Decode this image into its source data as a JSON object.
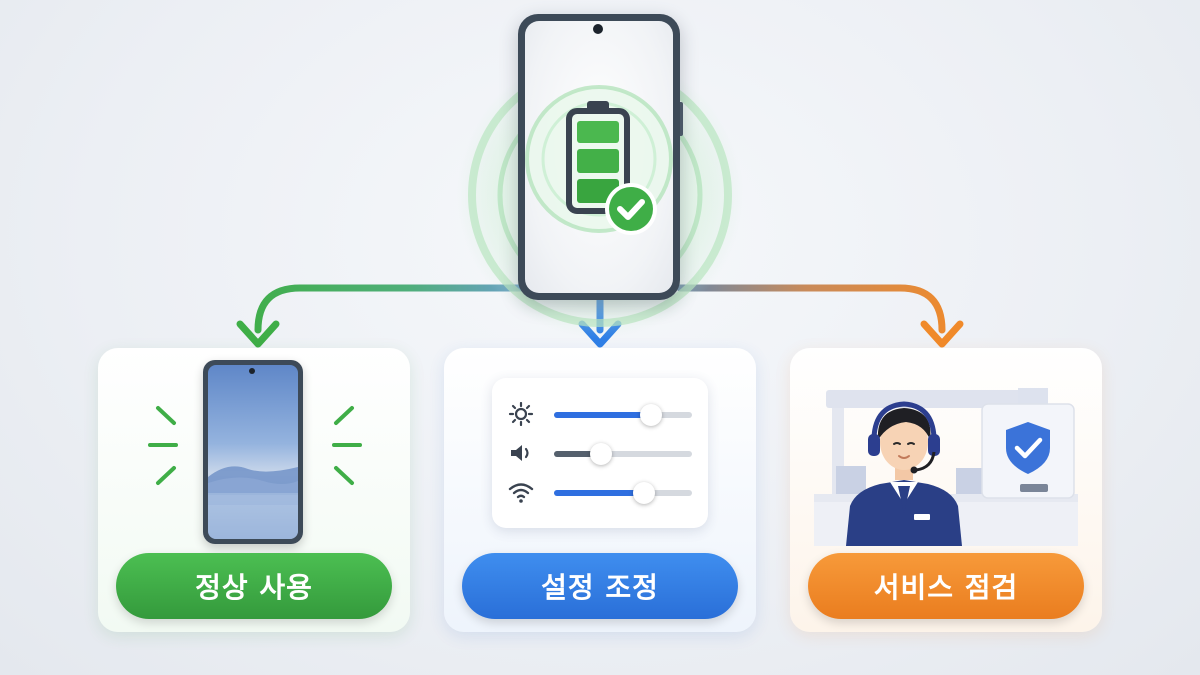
{
  "colors": {
    "green": "#3fae47",
    "blue": "#2f7fe6",
    "orange": "#f08a2a",
    "phone_frame": "#3d4a58"
  },
  "top": {
    "icon": "battery-check-icon",
    "battery_levels_filled": 3
  },
  "branches": [
    {
      "label": "정상 사용",
      "icon": "smartphone-icon",
      "color": "#3fae47"
    },
    {
      "label": "설정 조정",
      "icon": "settings-sliders-icon",
      "color": "#2f7fe6",
      "sliders": [
        {
          "icon": "brightness-icon",
          "value": 0.7,
          "fill": "#2f6fe0"
        },
        {
          "icon": "volume-icon",
          "value": 0.34,
          "fill": "#55606d"
        },
        {
          "icon": "wifi-icon",
          "value": 0.65,
          "fill": "#2f6fe0"
        }
      ]
    },
    {
      "label": "서비스 점검",
      "icon": "service-agent-icon",
      "color": "#f08a2a"
    }
  ]
}
